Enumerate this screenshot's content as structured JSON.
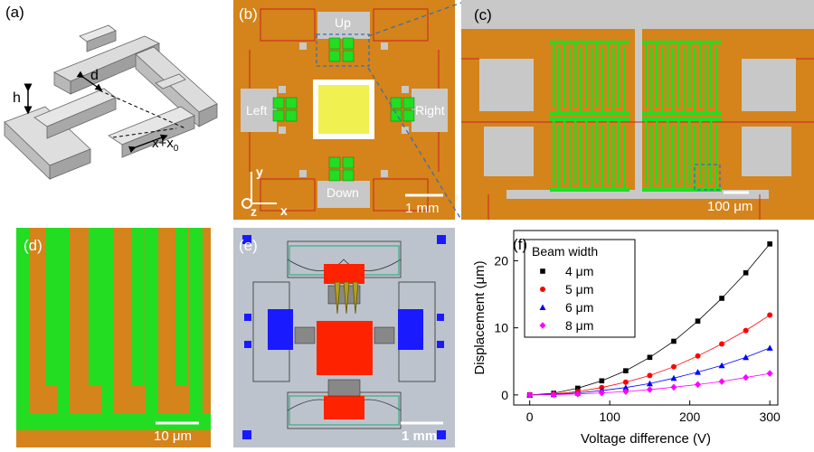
{
  "panels": {
    "a": {
      "label": "(a)",
      "dim_h": "h",
      "dim_d": "d",
      "dim_x_main": "x+x",
      "dim_x_sub": "0"
    },
    "b": {
      "label": "(b)",
      "up": "Up",
      "down": "Down",
      "left": "Left",
      "right": "Right",
      "axis_y": "y",
      "axis_x": "x",
      "axis_z": "z",
      "scale": "1 mm"
    },
    "c": {
      "label": "(c)",
      "scale": "100 μm"
    },
    "d": {
      "label": "(d)",
      "scale": "10 μm"
    },
    "e": {
      "label": "(e)",
      "scale": "1 mm"
    },
    "f": {
      "label": "(f)"
    }
  },
  "colors": {
    "copper": "#d4841a",
    "green": "#22dd22",
    "gray": "#c8c8c8",
    "red_line": "#cc2222",
    "yellow": "#f0f050",
    "fem_bg": "#bcc3cc",
    "fem_blue": "#1a1aff",
    "fem_red": "#ff2200"
  },
  "chart_data": {
    "type": "scatter",
    "title": "",
    "xlabel": "Voltage difference (V)",
    "ylabel": "Displacement (μm)",
    "xlim": [
      -20,
      310
    ],
    "ylim": [
      -1.5,
      24.5
    ],
    "xticks": [
      0,
      100,
      200,
      300
    ],
    "yticks": [
      0,
      10,
      20
    ],
    "legend_title": "Beam width",
    "legend_position": "top-left",
    "x": [
      0,
      30,
      60,
      90,
      120,
      150,
      180,
      210,
      240,
      270,
      300
    ],
    "series": [
      {
        "name": "4 μm",
        "marker": "square",
        "color": "#000000",
        "values": [
          0,
          0.25,
          1.0,
          2.1,
          3.6,
          5.6,
          8.0,
          11.0,
          14.4,
          18.2,
          22.5
        ]
      },
      {
        "name": "5 μm",
        "marker": "circle",
        "color": "#ff0000",
        "values": [
          0,
          0.13,
          0.5,
          1.1,
          1.9,
          2.9,
          4.2,
          5.8,
          7.6,
          9.6,
          11.9
        ]
      },
      {
        "name": "6 μm",
        "marker": "triangle",
        "color": "#0000ff",
        "values": [
          0,
          0.08,
          0.3,
          0.65,
          1.1,
          1.7,
          2.5,
          3.4,
          4.4,
          5.6,
          7.0
        ]
      },
      {
        "name": "8 μm",
        "marker": "diamond",
        "color": "#ff00ff",
        "values": [
          0,
          0.04,
          0.14,
          0.3,
          0.5,
          0.8,
          1.15,
          1.55,
          2.0,
          2.6,
          3.2
        ]
      }
    ]
  }
}
